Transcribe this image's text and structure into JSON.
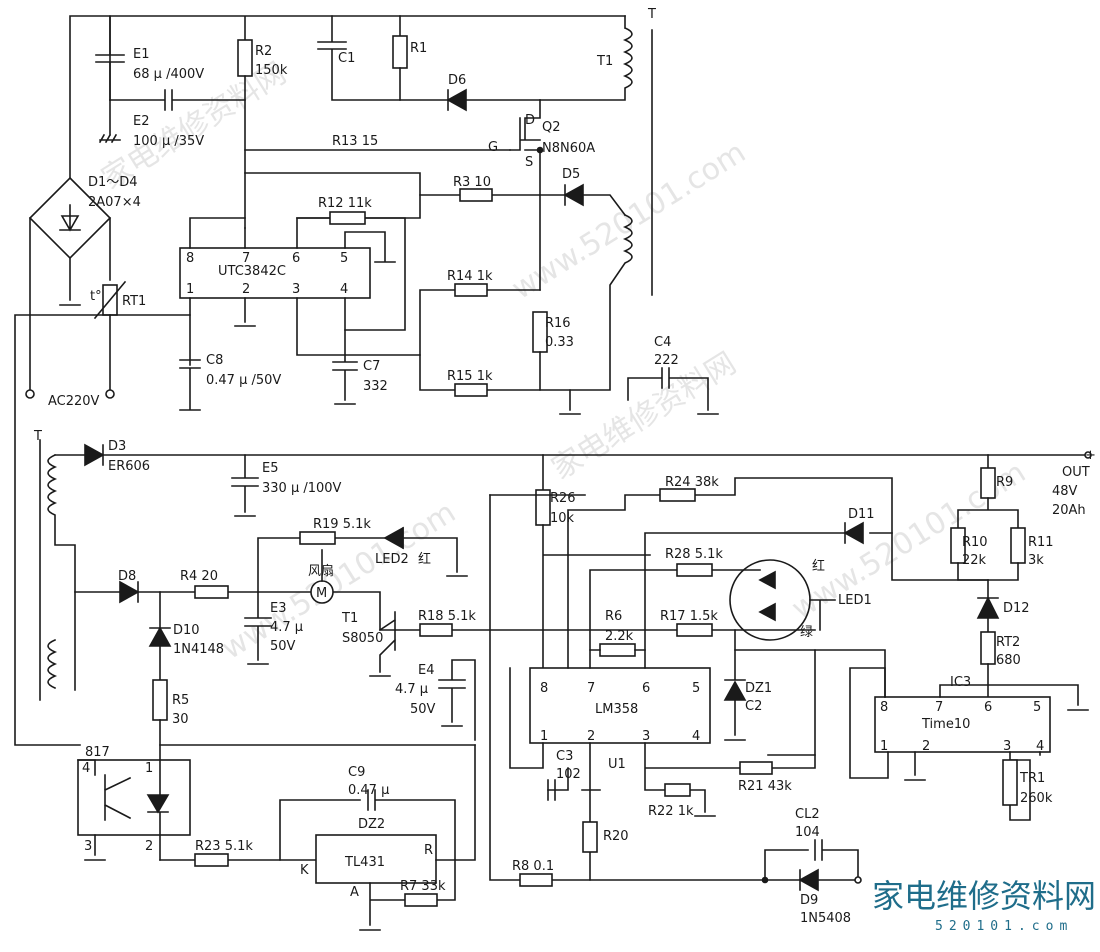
{
  "watermark": {
    "text": "家电维修资料网",
    "url": "www.520101.com"
  },
  "logo": {
    "title": "家电维修资料网",
    "url": "520101.com"
  },
  "primary": {
    "E1": "E1",
    "E1_v": "68 μ /400V",
    "E2": "E2",
    "E2_v": "100 μ /35V",
    "R2": "R2",
    "R2_v": "150k",
    "C1": "C1",
    "R1": "R1",
    "D6": "D6",
    "T": "T",
    "T1": "T1",
    "Q2": "Q2",
    "Q2_v": "N8N60A",
    "D": "D",
    "G": "G",
    "S": "S",
    "R13": "R13  15",
    "R3": "R3  10",
    "D5": "D5",
    "R12": "R12  11k",
    "D1D4": "D1～D4",
    "D1D4_v": "2A07×4",
    "RT1": "RT1",
    "t0": "t°",
    "IC": "UTC3842C",
    "p8": "8",
    "p7": "7",
    "p6": "6",
    "p5": "5",
    "p1": "1",
    "p2": "2",
    "p3": "3",
    "p4": "4",
    "R14": "R14  1k",
    "R16": "R16",
    "R16_v": "0.33",
    "C4": "C4",
    "C4_v": "222",
    "C8": "C8",
    "C8_v": "0.47 μ /50V",
    "C7": "C7",
    "C7_v": "332",
    "R15": "R15  1k",
    "AC": "AC220V"
  },
  "secondary": {
    "T": "T",
    "D3": "D3",
    "D3_v": "ER606",
    "E5": "E5",
    "E5_v": "330 μ /100V",
    "OUT": "OUT",
    "OUT_v1": "48V",
    "OUT_v2": "20Ah",
    "plus": "+",
    "R26": "R26",
    "R26_v": "10k",
    "R24": "R24  38k",
    "R9": "R9",
    "R19": "R19  5.1k",
    "LED2": "LED2",
    "LED2_c": "红",
    "D11": "D11",
    "R10": "R10",
    "R10_v": "22k",
    "R11": "R11",
    "R11_v": "3k",
    "R28": "R28  5.1k",
    "red": "红",
    "D8": "D8",
    "R4": "R4  20",
    "fan": "风扇",
    "M": "M",
    "E3": "E3",
    "E3_v1": "4.7 μ",
    "E3_v2": "50V",
    "T1": "T1",
    "T1_v": "S8050",
    "R18": "R18  5.1k",
    "R6": "R6",
    "R6_v": "2.2k",
    "R17": "R17  1.5k",
    "LED1": "LED1",
    "green": "绿",
    "D12": "D12",
    "RT2": "RT2",
    "RT2_v": "680",
    "D10": "D10",
    "D10_v": "1N4148",
    "E4": "E4",
    "E4_v1": "4.7 μ",
    "E4_v2": "50V",
    "IC2": "LM358",
    "DZ1": "DZ1",
    "C2": "C2",
    "IC3": "IC3",
    "IC3_name": "Time10",
    "R5": "R5",
    "R5_v": "30",
    "opto": "817",
    "o4": "4",
    "o1": "1",
    "o3": "3",
    "o2": "2",
    "C3": "C3",
    "C3_v": "102",
    "U1": "U1",
    "C9": "C9",
    "C9_v": "0.47 μ",
    "DZ2": "DZ2",
    "R21": "R21  43k",
    "R22": "R22  1k",
    "TR1": "TR1",
    "TR1_v": "260k",
    "CL2": "CL2",
    "CL2_v": "104",
    "R20": "R20",
    "TL431": "TL431",
    "R23": "R23  5.1k",
    "K": "K",
    "R": "R",
    "A": "A",
    "R8": "R8  0.1",
    "R7": "R7  33k",
    "D9": "D9",
    "D9_v": "1N5408",
    "lm8": "8",
    "lm7": "7",
    "lm6": "6",
    "lm5": "5",
    "lm1": "1",
    "lm2": "2",
    "lm3": "3",
    "lm4": "4",
    "t8": "8",
    "t7": "7",
    "t6": "6",
    "t5": "5",
    "t1": "1",
    "t2": "2",
    "t3": "3",
    "t4": "4"
  }
}
